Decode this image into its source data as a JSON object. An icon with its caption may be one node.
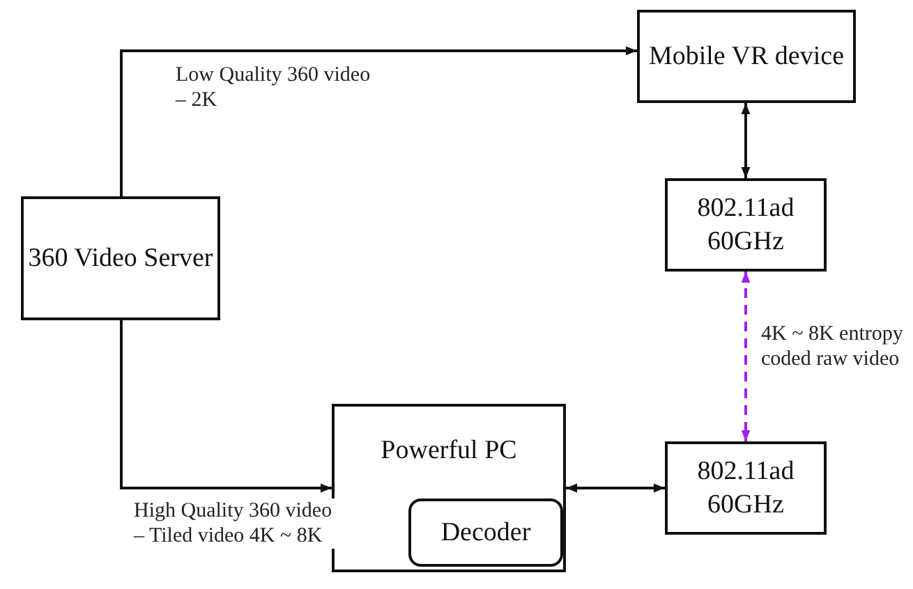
{
  "diagram": {
    "nodes": [
      {
        "text": [
          "Mobile VR device"
        ]
      },
      {
        "text": [
          "802.11ad 60GHz"
        ]
      },
      {
        "text": [
          "360 Video Server"
        ]
      },
      {
        "text": [
          "Powerful PC"
        ]
      },
      {
        "text": [
          "Decoder"
        ],
        "in": 3
      },
      {
        "text": [
          "802.11ad 60GHz"
        ]
      }
    ],
    "edges": [
      {
        "from": 2,
        "to": 0,
        "arrow": "to",
        "label": "Low Quality 360 video – 2K"
      },
      {
        "from": 0,
        "to": 1,
        "arrow": "both"
      },
      {
        "from": 1,
        "to": 5,
        "arrow": "both",
        "style": "dashed",
        "color": "#a020f0",
        "label": "4K ~ 8K entropy coded raw video"
      },
      {
        "from": 2,
        "to": 3,
        "arrow": "to",
        "label": "High Quality 360 video – Tiled video 4K ~ 8K"
      },
      {
        "from": 3,
        "to": 5,
        "arrow": "both"
      }
    ]
  }
}
